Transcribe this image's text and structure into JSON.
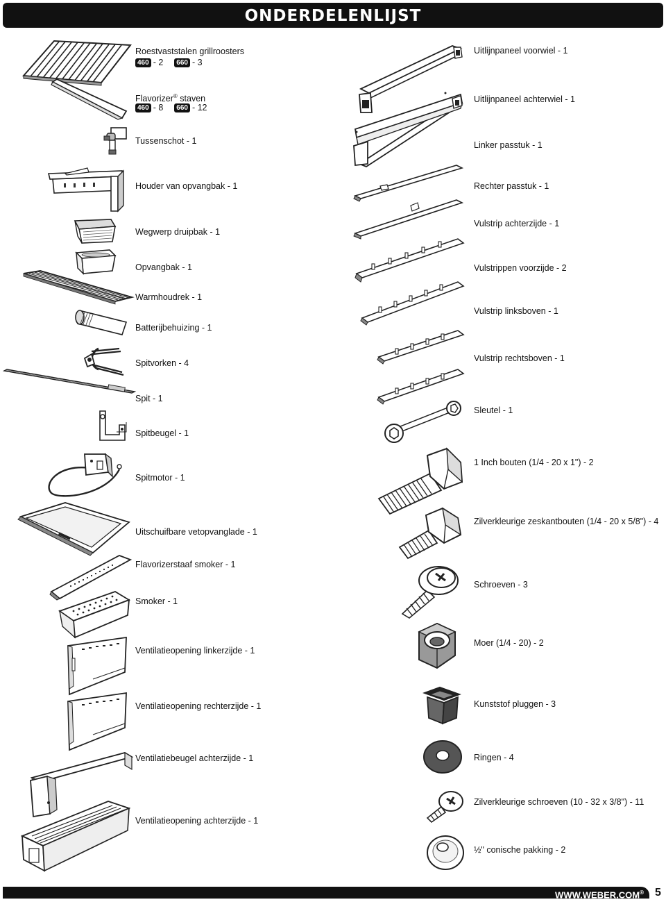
{
  "header": {
    "title": "ONDERDELENLIJST"
  },
  "left_parts": [
    "Roestvaststalen grillroosters",
    "Flavorizer",
    "Tussenschot - 1",
    "Houder van opvangbak - 1",
    "Wegwerp druipbak - 1",
    "Opvangbak - 1",
    "Warmhoudrek - 1",
    "Batterijbehuizing - 1",
    "Spitvorken - 4",
    "Spit - 1",
    "Spitbeugel - 1",
    "Spitmotor - 1",
    "Uitschuifbare vetopvanglade - 1",
    "Flavorizerstaaf smoker - 1",
    "Smoker - 1",
    "Ventilatieopening linkerzijde - 1",
    "Ventilatieopening rechterzijde - 1",
    "Ventilatiebeugel achterzijde - 1",
    "Ventilatieopening achterzijde - 1"
  ],
  "grates": {
    "badge_a": "460",
    "count_a": "- 2",
    "badge_b": "660",
    "count_b": "- 3"
  },
  "flavorizer": {
    "reg": "®",
    "suffix": "staven",
    "badge_a": "460",
    "count_a": "- 8",
    "badge_b": "660",
    "count_b": "- 12"
  },
  "right_parts": [
    "Uitlijnpaneel voorwiel - 1",
    "Uitlijnpaneel achterwiel - 1",
    "Linker passtuk - 1",
    "Rechter passtuk - 1",
    "Vulstrip achterzijde - 1",
    "Vulstrippen voorzijde - 2",
    "Vulstrip linksboven - 1",
    "Vulstrip rechtsboven - 1",
    "Sleutel - 1",
    "1 Inch bouten (1/4 - 20 x 1\") - 2",
    "Zilverkleurige zeskantbouten (1/4 - 20 x 5/8\") - 4",
    "Schroeven - 3",
    "Moer (1/4 - 20) - 2",
    "Kunststof pluggen - 3",
    "Ringen - 4",
    "Zilverkleurige schroeven (10 - 32 x 3/8\") - 11",
    "½\" conische pakking - 2"
  ],
  "footer": {
    "url": "WWW.WEBER.COM",
    "reg": "®",
    "page_number": "5"
  }
}
